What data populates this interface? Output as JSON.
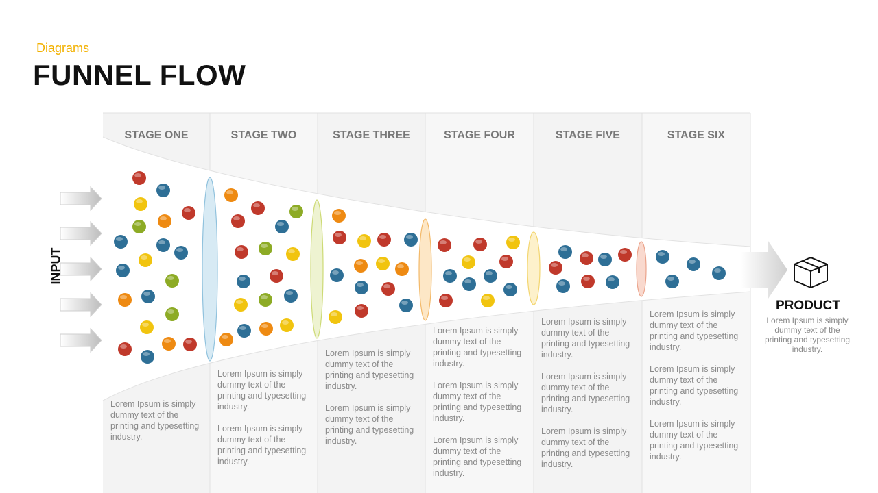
{
  "header": {
    "subtitle": "Diagrams",
    "title": "FUNNEL FLOW"
  },
  "input_label": "INPUT",
  "stages": [
    {
      "label": "STAGE ONE",
      "descriptions": [
        "Lorem Ipsum is simply dummy text of the printing and typesetting industry."
      ]
    },
    {
      "label": "STAGE TWO",
      "descriptions": [
        "Lorem Ipsum is simply dummy text of the printing and typesetting industry.",
        "Lorem Ipsum is simply dummy text of the printing and typesetting industry."
      ]
    },
    {
      "label": "STAGE THREE",
      "descriptions": [
        "Lorem Ipsum is simply dummy text of the printing and typesetting industry.",
        "Lorem Ipsum is simply dummy text of the printing and typesetting industry."
      ]
    },
    {
      "label": "STAGE FOUR",
      "descriptions": [
        "Lorem Ipsum is simply dummy text of the printing and typesetting industry.",
        "Lorem Ipsum is simply dummy text of the printing and typesetting industry.",
        "Lorem Ipsum is simply dummy text of the printing and typesetting industry."
      ]
    },
    {
      "label": "STAGE FIVE",
      "descriptions": [
        "Lorem Ipsum is simply dummy text of the printing and typesetting industry.",
        "Lorem Ipsum is simply dummy text of the printing and typesetting industry.",
        "Lorem Ipsum is simply dummy text of the printing and typesetting industry."
      ]
    },
    {
      "label": "STAGE SIX",
      "descriptions": [
        "Lorem Ipsum is simply dummy text of the printing and typesetting industry.",
        "Lorem Ipsum is simply dummy text of the printing and typesetting industry.",
        "Lorem Ipsum is simply dummy text of the printing and typesetting industry."
      ]
    }
  ],
  "product": {
    "title": "PRODUCT",
    "description": "Lorem Ipsum is simply dummy text of the printing and typesetting industry.",
    "icon": "box-icon"
  },
  "colors": {
    "accent_yellow": "#f2b100",
    "ball_red": "#c0392b",
    "ball_blue": "#2e6f96",
    "ball_orange": "#ee8a12",
    "ball_yellow": "#f1c40f",
    "ball_green": "#8dab25",
    "lens_blue": "#bcdcee",
    "lens_green": "#e6eeb3",
    "lens_orange": "#fad49c",
    "lens_yellow": "#fbe8a8",
    "lens_red": "#f6c2b2"
  }
}
